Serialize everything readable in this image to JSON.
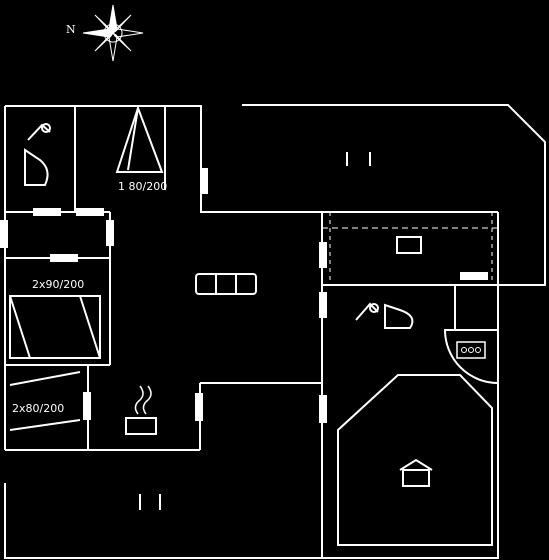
{
  "compass": {
    "north_label": "N",
    "icon": "compass-rose-icon"
  },
  "labels": {
    "bed_double_top": "1 80/200",
    "bed_twin_left": "2x90/200",
    "bed_bunk_left": "2x80/200"
  },
  "icons": {
    "toilet": "toilet-icon",
    "shower": "shower-icon",
    "sofa": "sofa-icon",
    "stove": "stove-icon",
    "sauna": "sauna-icon",
    "whirlpool": "whirlpool-icon",
    "terrace": "terrace-icon"
  },
  "colors": {
    "background": "#000000",
    "lines": "#ffffff"
  }
}
